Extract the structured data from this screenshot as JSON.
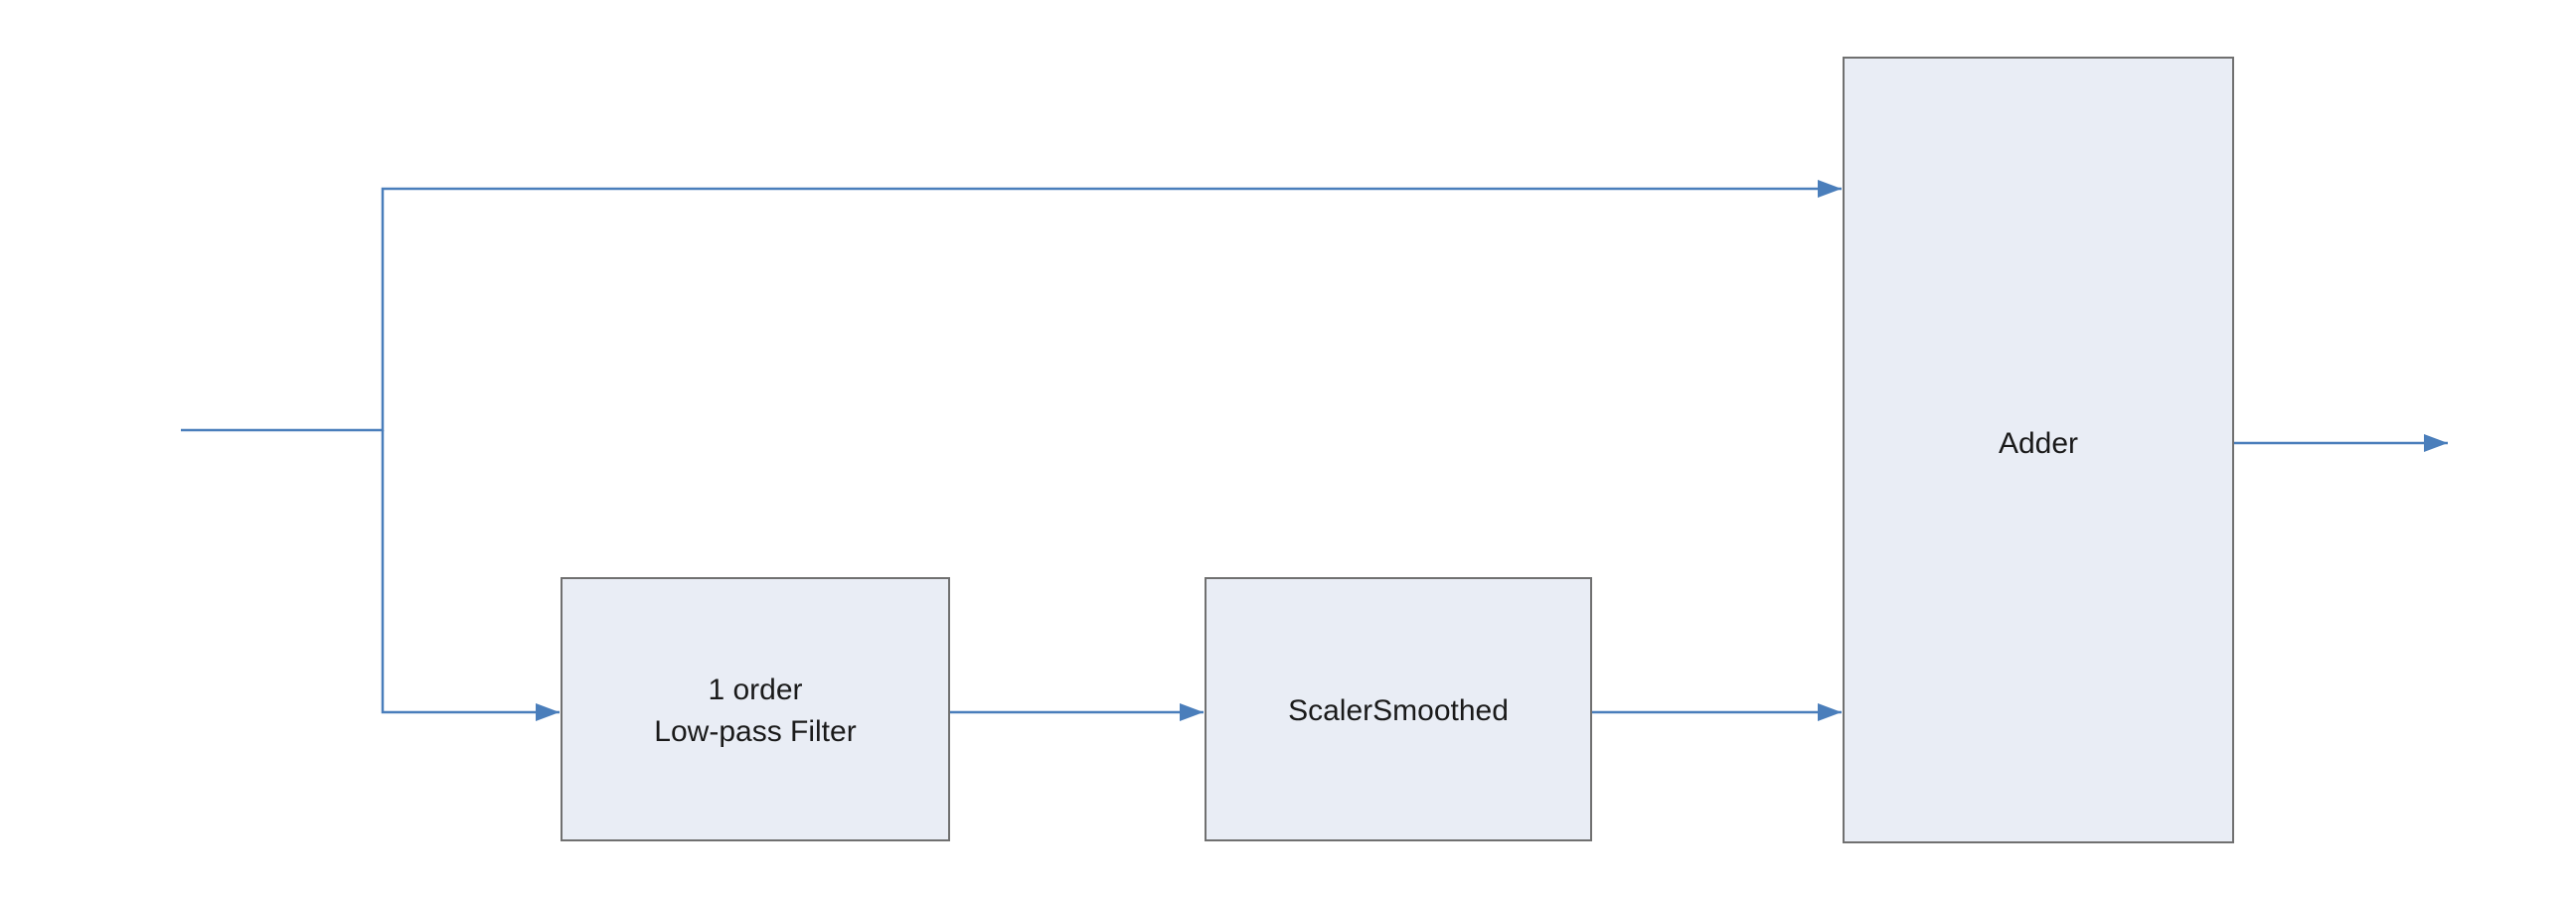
{
  "diagram": {
    "type": "block-diagram",
    "background_color": "#ffffff",
    "connector_color": "#4a7ebb",
    "block_fill_color": "#e9edf5",
    "block_border_color": "#707070",
    "text_color": "#1a1a1a",
    "blocks": [
      {
        "id": "lowpass-filter",
        "label_line1": "1 order",
        "label_line2": "Low-pass Filter"
      },
      {
        "id": "scaler-smoothed",
        "label": "ScalerSmoothed"
      },
      {
        "id": "adder",
        "label": "Adder"
      }
    ],
    "connections": [
      {
        "from": "input",
        "to": "adder"
      },
      {
        "from": "input",
        "to": "lowpass-filter"
      },
      {
        "from": "lowpass-filter",
        "to": "scaler-smoothed"
      },
      {
        "from": "scaler-smoothed",
        "to": "adder"
      },
      {
        "from": "adder",
        "to": "output"
      }
    ]
  }
}
